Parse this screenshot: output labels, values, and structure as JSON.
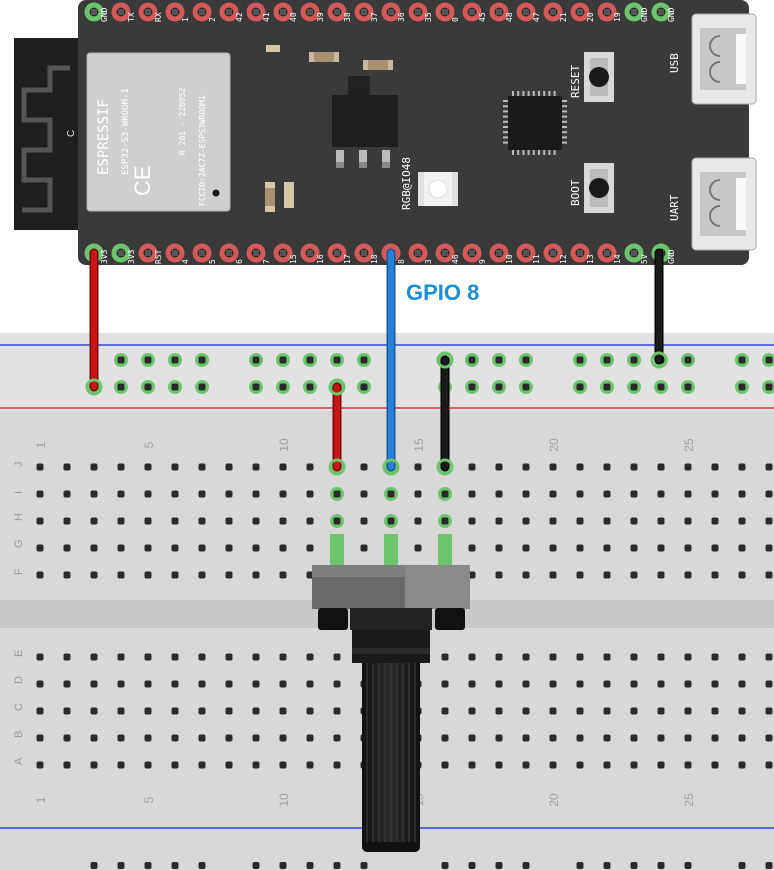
{
  "colors": {
    "board": "#3a3a3a",
    "breadboard": "#d8d8d8",
    "hole": "#2a2a2a",
    "pin_red": "#d45a5a",
    "pin_green": "#6cc46c",
    "wire_red": "#c81414",
    "wire_blue": "#2a7fd4",
    "wire_black": "#1a1a1a",
    "rail_blue": "#3344dd",
    "rail_red": "#dd3344",
    "gpio_label": "#1a8fd6"
  },
  "board": {
    "top_pins": [
      "GND",
      "TX",
      "RX",
      "1",
      "2",
      "42",
      "41",
      "40",
      "39",
      "38",
      "37",
      "36",
      "35",
      "0",
      "45",
      "48",
      "47",
      "21",
      "20",
      "19",
      "GND",
      "GND"
    ],
    "bottom_pins": [
      "3V3",
      "3V3",
      "RST",
      "4",
      "5",
      "6",
      "7",
      "15",
      "16",
      "17",
      "18",
      "8",
      "3",
      "46",
      "9",
      "10",
      "11",
      "12",
      "13",
      "14",
      "5V",
      "GND"
    ],
    "module_brand": "ESPRESSIF",
    "module_model": "ESP32-S3-WROOM-1",
    "module_cert": "R 201 - 220052",
    "module_fcc": "FCCID:2AC7Z-ESPS3WROOM1",
    "module_ce": "CE",
    "antenna_mark": "C",
    "led_label": "RGB@IO48",
    "reset_label": "RESET",
    "boot_label": "BOOT",
    "usb_label": "USB",
    "uart_label": "UART"
  },
  "gpio_label": "GPIO 8",
  "breadboard": {
    "row_labels_top": [
      "J",
      "I",
      "H",
      "G",
      "F"
    ],
    "row_labels_bottom": [
      "E",
      "D",
      "C",
      "B",
      "A"
    ],
    "column_numbers": [
      "1",
      "5",
      "10",
      "15",
      "20",
      "25"
    ]
  }
}
